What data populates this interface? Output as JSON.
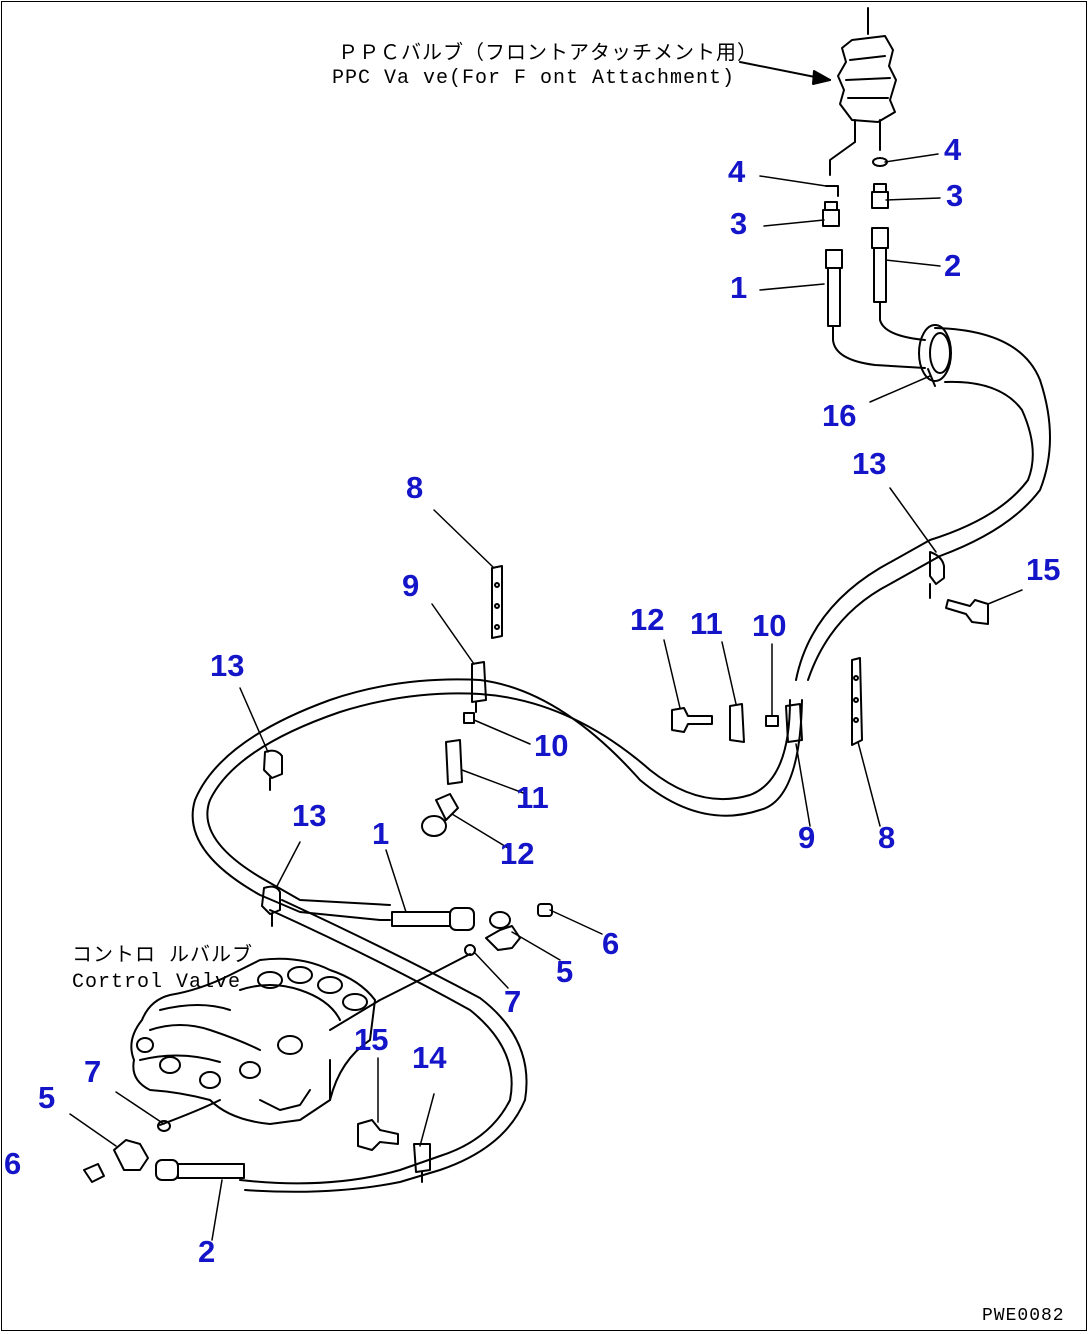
{
  "annotations": {
    "ppc_valve_jp": "ＰＰＣバルブ（フロントアタッチメント用）",
    "ppc_valve_en": "PPC Va ve(For F ont Attachment)",
    "control_valve_jp": "コントロ ルバルブ",
    "control_valve_en": "Cortrol Valve"
  },
  "drawing_code": "PWE0082",
  "callouts": [
    "4",
    "4",
    "3",
    "3",
    "1",
    "2",
    "16",
    "13",
    "15",
    "8",
    "9",
    "12",
    "11",
    "10",
    "13",
    "10",
    "11",
    "12",
    "9",
    "8",
    "13",
    "1",
    "6",
    "5",
    "7",
    "15",
    "14",
    "7",
    "5",
    "6",
    "2"
  ],
  "colors": {
    "callout": "#1414c8",
    "line": "#000000",
    "background": "#ffffff"
  }
}
